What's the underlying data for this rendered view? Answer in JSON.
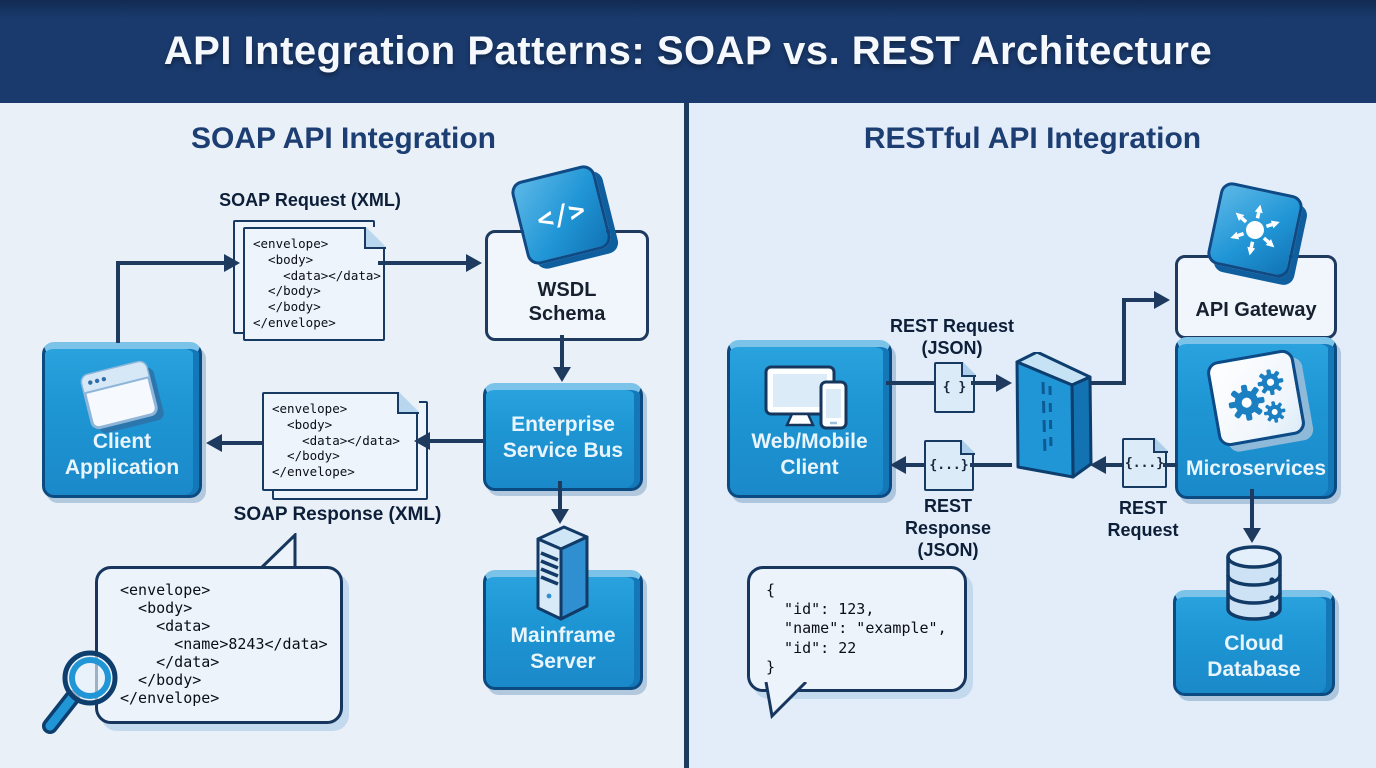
{
  "header": {
    "title": "API Integration Patterns: SOAP vs. REST Architecture"
  },
  "soap": {
    "title": "SOAP API Integration",
    "request_label": "SOAP Request (XML)",
    "response_label": "SOAP Response (XML)",
    "request_xml": "<envelope>\n  <body>\n    <data></data>\n  </body>\n  </body>\n</envelope>",
    "response_xml": "<envelope>\n  <body>\n    <data></data>\n  </body>\n</envelope>",
    "bubble_xml": "<envelope>\n  <body>\n    <data>\n      <name>8243</data>\n    </data>\n  </body>\n</envelope>",
    "nodes": {
      "client": "Client\nApplication",
      "wsdl": "WSDL\nSchema",
      "esb": "Enterprise\nService Bus",
      "mainframe": "Mainframe\nServer"
    },
    "code_icon_glyph": "</>"
  },
  "rest": {
    "title": "RESTful API Integration",
    "request_label": "REST Request\n(JSON)",
    "response_label": "REST\nResponse\n(JSON)",
    "request2_label": "REST\nRequest",
    "doc_request_glyph": "{ }",
    "doc_response_glyph": "{...}",
    "doc_request2_glyph": "{...}",
    "bubble_json": "{\n  \"id\": 123,\n  \"name\": \"example\",\n  \"id\": 22\n}",
    "nodes": {
      "client": "Web/Mobile\nClient",
      "gateway": "API Gateway",
      "micro": "Microservices",
      "db": "Cloud\nDatabase"
    }
  },
  "colors": {
    "header_bg": "#1a3a6d",
    "panel_left_bg": "#e9f0f8",
    "panel_right_bg": "#e3edf9",
    "node_blue": "#1e96d4",
    "outline_navy": "#1e3a5f",
    "title_navy": "#1c3e72"
  }
}
